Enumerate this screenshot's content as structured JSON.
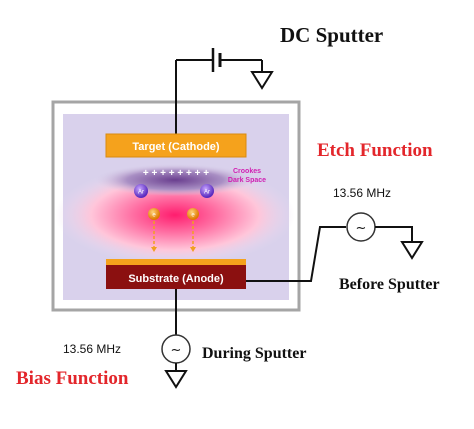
{
  "labels": {
    "dc_sputter": "DC Sputter",
    "etch_function": "Etch Function",
    "freq_right": "13.56 MHz",
    "before_sputter": "Before Sputter",
    "freq_bottom": "13.56 MHz",
    "during_sputter": "During Sputter",
    "bias_function": "Bias Function",
    "target": "Target (Cathode)",
    "substrate": "Substrate (Anode)",
    "crookes_line1": "Crookes",
    "crookes_line2": "Dark Space",
    "ion_label": "Ar",
    "electron_label": "e",
    "plus_signs": "+ + + + + + + +",
    "ac_symbol": "~"
  },
  "colors": {
    "accent_red": "#e3262b",
    "target_orange": "#f5a21c",
    "substrate_red": "#8b1010",
    "chamber_border": "#9a9a9a",
    "plasma_pink": "#ff2e74",
    "magenta_text": "#d11fb2"
  }
}
